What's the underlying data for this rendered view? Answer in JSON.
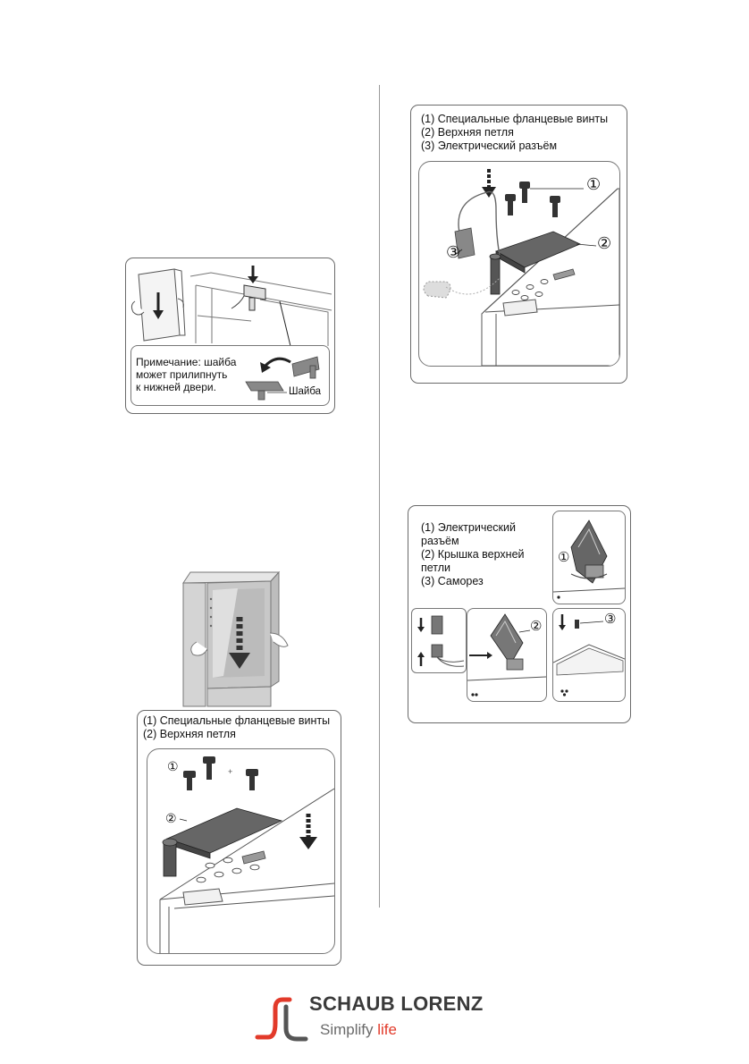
{
  "fig_top_left": {
    "note_lines": [
      "Примечание: шайба",
      "может прилипнуть",
      "к нижней двери."
    ],
    "washer_label": "Шайба"
  },
  "fig_top_right": {
    "captions": [
      "(1) Специальные фланцевые винты",
      "(2) Верхняя петля",
      "(3) Электрический разъём"
    ],
    "markers": [
      "①",
      "②",
      "③"
    ]
  },
  "fig_mid_right": {
    "captions": [
      "(1) Электрический",
      "разъём",
      "(2) Крышка верхней",
      "петли",
      "(3) Саморез"
    ],
    "markers": [
      "①",
      "②",
      "③"
    ]
  },
  "fig_bottom_left": {
    "captions": [
      "(1) Специальные фланцевые винты",
      "(2) Верхняя петля"
    ],
    "markers": [
      "①",
      "②"
    ]
  },
  "logo": {
    "brand_first": "Schaub",
    "brand_second": "Lorenz",
    "tagline_first": "Simplify",
    "tagline_second": "life",
    "tagline_color": "#e23a2a"
  }
}
